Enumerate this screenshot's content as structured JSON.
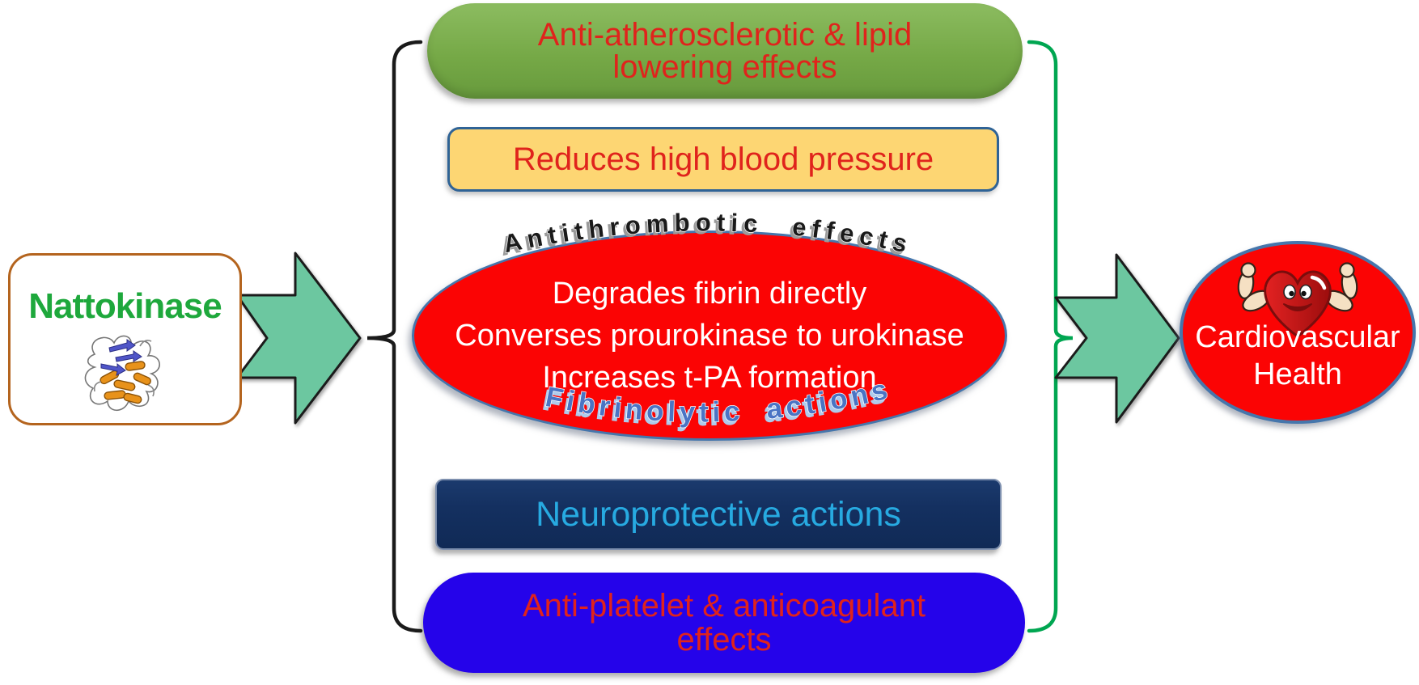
{
  "source_box": {
    "label": "Nattokinase"
  },
  "effects": {
    "atherosclerotic": {
      "line1": "Anti-atherosclerotic & lipid",
      "line2": "lowering effects"
    },
    "blood_pressure": {
      "label": "Reduces high blood pressure"
    },
    "antithrombotic": {
      "arc_label": "Antithrombotic effects",
      "lines": [
        "Degrades fibrin directly",
        "Converses prourokinase to urokinase",
        "Increases t-PA formation"
      ],
      "fibrinolytic_arc_label": "Fibrinolytic actions"
    },
    "neuroprotective": {
      "label": "Neuroprotective actions"
    },
    "antiplatelet": {
      "line1": "Anti-platelet & anticoagulant",
      "line2": "effects"
    }
  },
  "outcome": {
    "line1": "Cardiovascular",
    "line2": "Health"
  },
  "icons": {
    "protein": "nattokinase-protein-ribbon",
    "heart": "strong-heart-cartoon"
  },
  "colors": {
    "arrow_fill": "#6cc7a0",
    "bracket_left": "#1a1a1a",
    "bracket_right": "#00a651",
    "green_pill": "#76a947",
    "yellow_box_fill": "#fdd673",
    "yellow_box_border": "#2f6396",
    "red_ellipse": "#fb0404",
    "ellipse_border": "#4576ac",
    "navy_box": "#143060",
    "blue_pill": "#2503ea",
    "red_text": "#e0231c",
    "light_blue_text": "#27aae1",
    "green_text": "#1ea83c",
    "white_text": "#ffffff",
    "fibrinolytic_text": "#4a74c4",
    "source_border": "#b4641e"
  }
}
